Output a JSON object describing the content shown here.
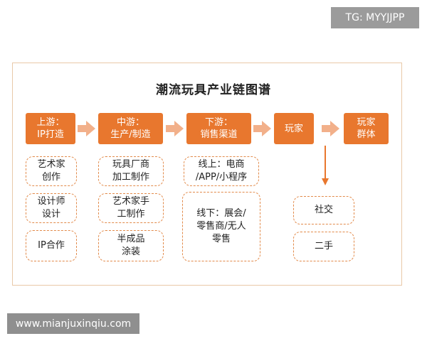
{
  "watermark_top": "TG: MYYJJPP",
  "watermark_bottom": "www.mianjuxinqiu.com",
  "title": "潮流玩具产业链图谱",
  "stages": [
    "上游：\nIP打造",
    "中游：\n生产/制造",
    "下游：\n销售渠道",
    "玩家",
    "玩家\n群体"
  ],
  "upstream_items": [
    "艺术家\n创作",
    "设计师\n设计",
    "IP合作"
  ],
  "midstream_items": [
    "玩具厂商\n加工制作",
    "艺术家手\n工制作",
    "半成品\n涂装"
  ],
  "downstream_items": [
    "线上：电商\n/APP/小程序",
    "线下：展会/\n零售商/无人\n零售"
  ],
  "player_items": [
    "社交",
    "二手"
  ],
  "colors": {
    "stage_fill": "#e8772e",
    "arrow_fill": "#f2b08a",
    "dashed_border": "#e28a4a"
  }
}
